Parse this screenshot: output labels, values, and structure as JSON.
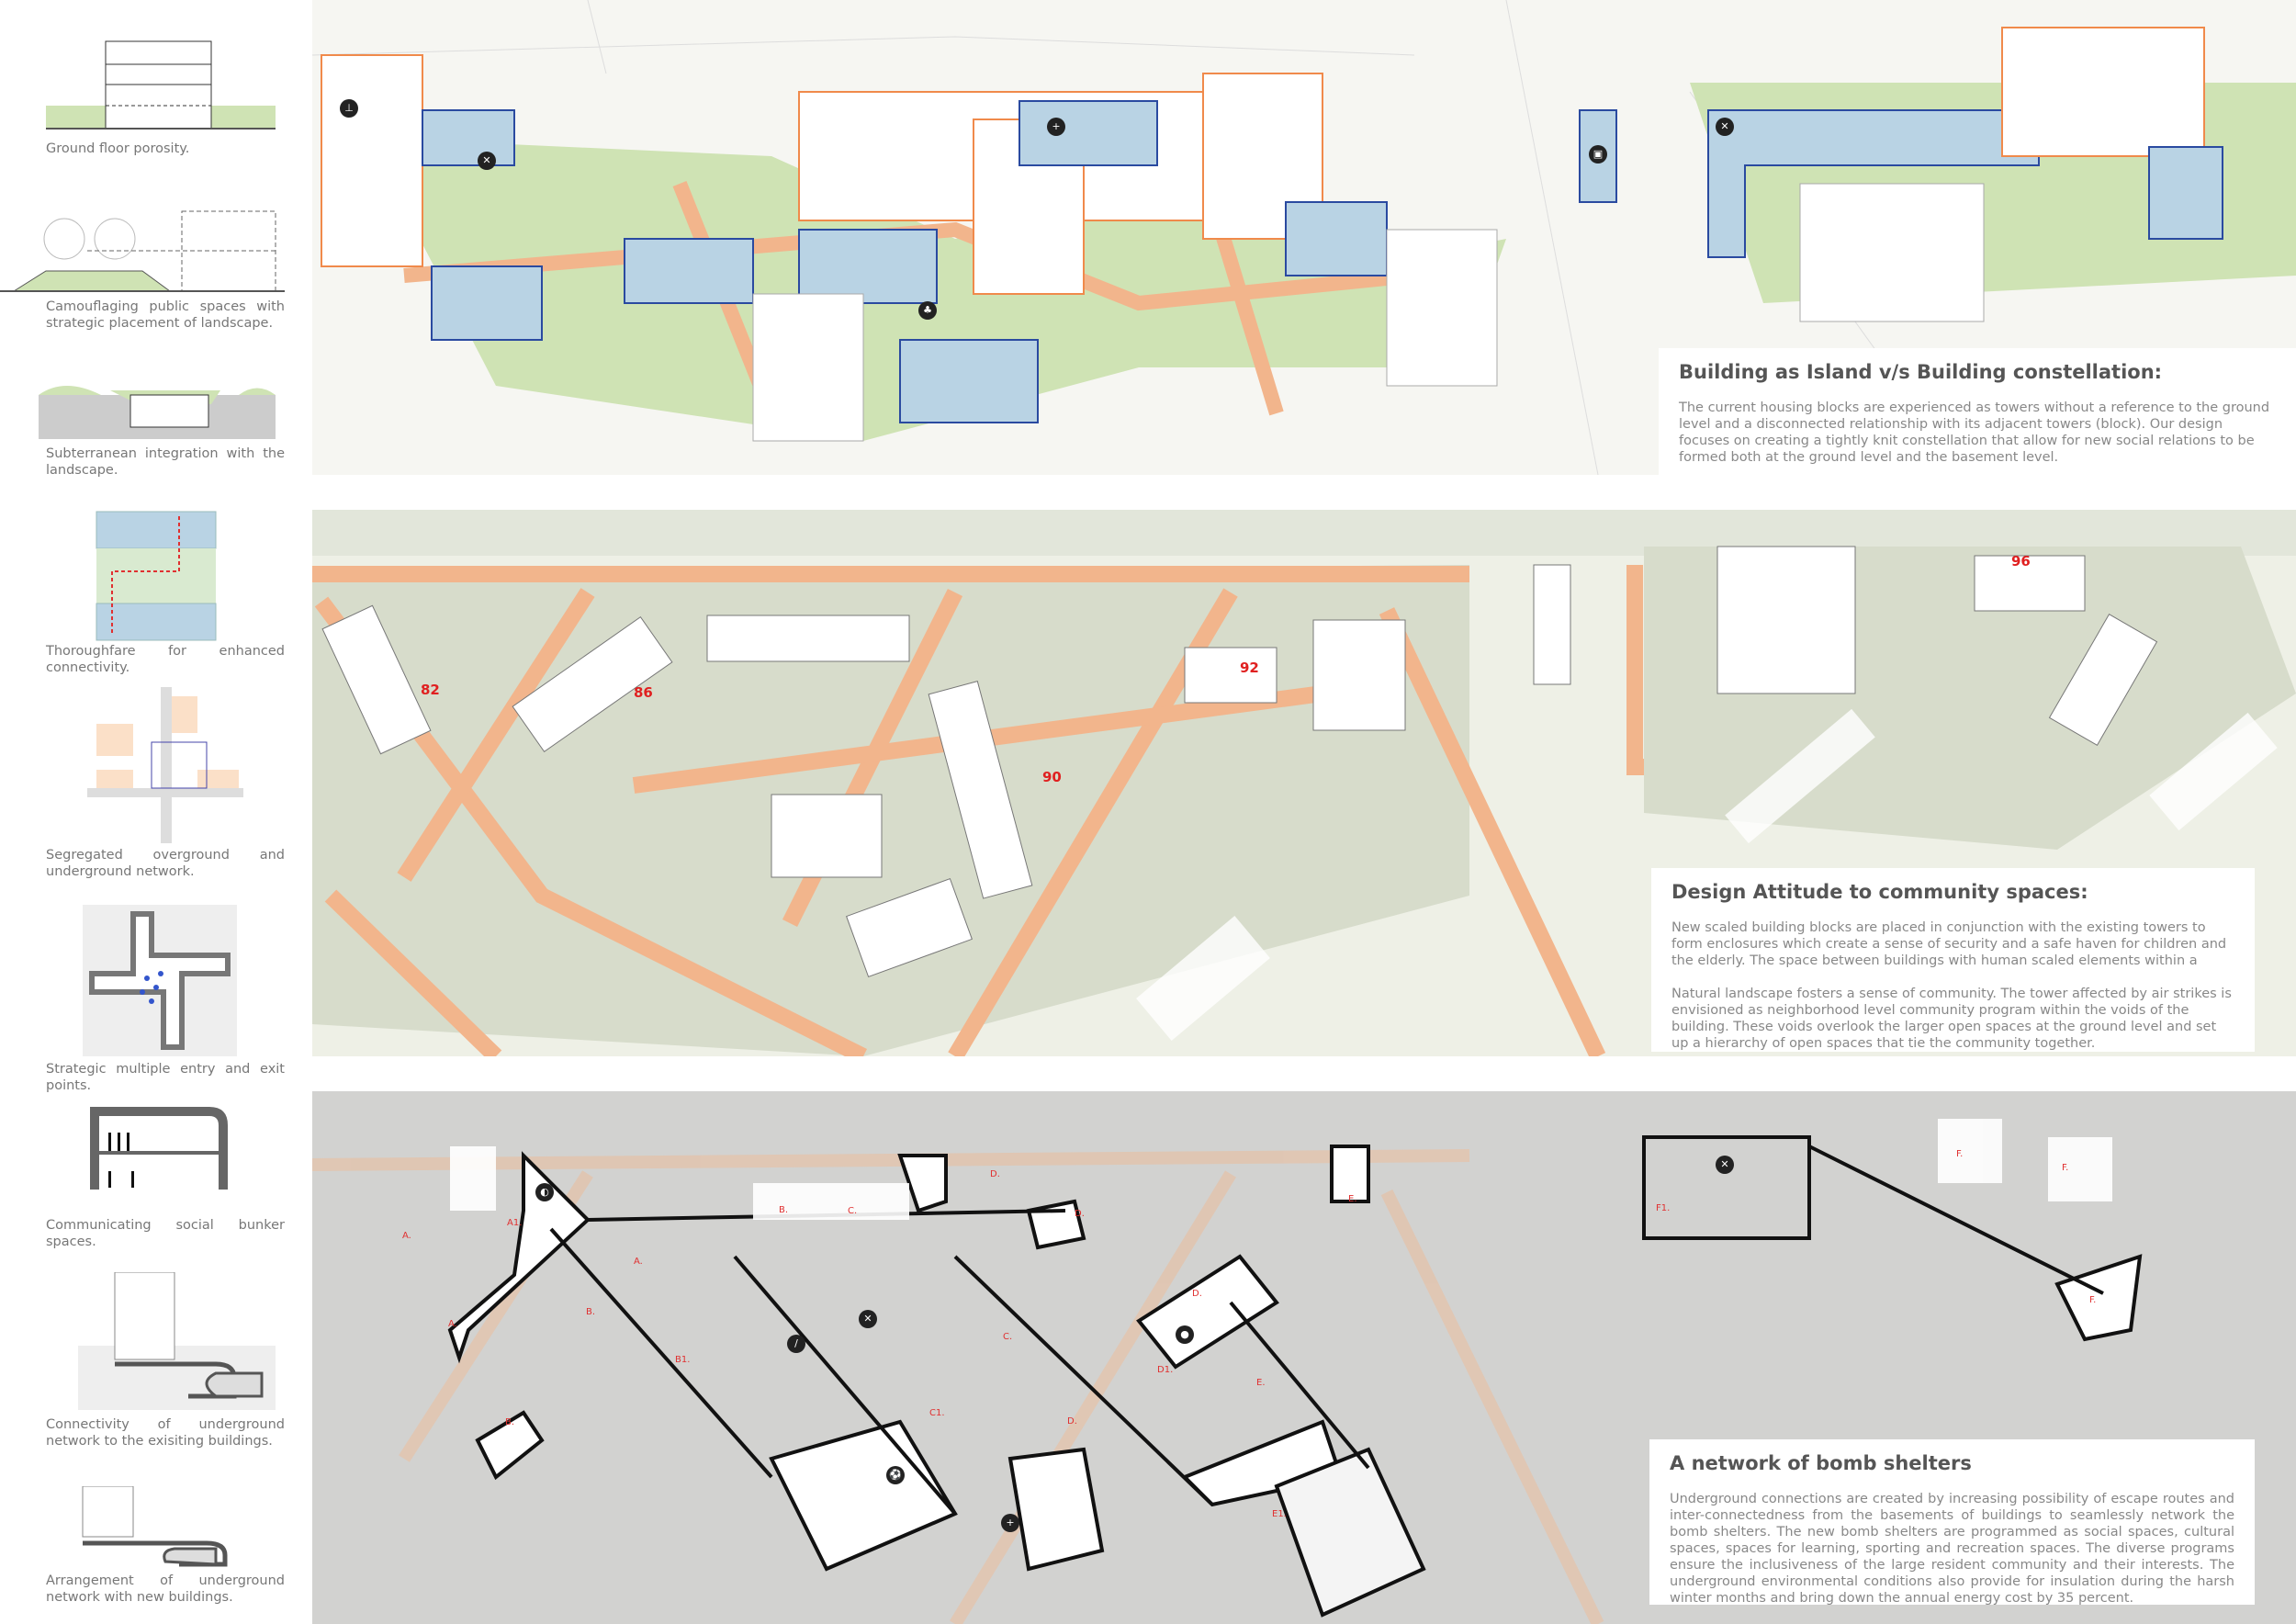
{
  "side_diagrams": [
    {
      "caption": "Ground floor porosity."
    },
    {
      "caption": "Camouflaging public spaces with strategic placement of landscape."
    },
    {
      "caption": "Subterranean integration with the landscape."
    },
    {
      "caption": "Thoroughfare for enhanced connectivity."
    },
    {
      "caption": "Segregated overground and underground network."
    },
    {
      "caption": "Strategic multiple entry and exit points."
    },
    {
      "caption": "Communicating social bunker spaces."
    },
    {
      "caption": "Connectivity of underground network to the exisiting buildings."
    },
    {
      "caption": "Arrangement of underground network with new buildings."
    }
  ],
  "panel_axonometric": {
    "title": "Building as Island v/s Building constellation:",
    "paragraphs": [
      "The current housing blocks are experienced as towers without a reference to the ground level and a disconnected relationship with its adjacent towers (block). Our design focuses on creating a tightly knit constellation that allow for new social relations to be formed both at the ground level and the basement level."
    ]
  },
  "panel_site_plan": {
    "title": "Design Attitude to community spaces:",
    "paragraphs": [
      "New scaled building blocks are placed in conjunction with the existing towers to form enclosures which create a sense of security and a safe haven for children and the elderly. The space between buildings with human scaled elements within a",
      "Natural landscape fosters a sense of community. The tower affected by air strikes is envisioned as neighborhood level community program within the voids of the building. These voids overlook the larger open spaces at the ground level and set up a hierarchy of open spaces that tie the community together."
    ],
    "building_numbers": [
      "82",
      "86",
      "90",
      "92",
      "96"
    ]
  },
  "panel_shelters": {
    "title": "A network of bomb shelters",
    "paragraphs": [
      "Underground connections are created by increasing possibility of escape routes and inter-connectedness from the basements of buildings to seamlessly network the bomb shelters. The new bomb shelters are programmed as social spaces, cultural spaces, spaces for learning, sporting and recreation spaces. The diverse programs ensure the inclusiveness of the large resident community and their interests. The underground environmental conditions also provide for insulation during the harsh winter months and bring down the annual energy cost by 35 percent."
    ],
    "shelter_labels": [
      "A.",
      "A.",
      "A1.",
      "A.",
      "B.",
      "B.",
      "C.",
      "B1.",
      "B.",
      "C.",
      "C1.",
      "D.",
      "D.",
      "D.",
      "D1.",
      "D.",
      "E.",
      "E.",
      "E1.",
      "F1.",
      "F.",
      "F.",
      "F."
    ]
  },
  "colors": {
    "path": "#f2b58c",
    "green": "#cfe3b4",
    "building_blue": "#b9d3e4",
    "outline_blue": "#2a4aa0",
    "accent_orange": "#f08a4b",
    "yellow": "#f5d94a",
    "label_red": "#e02020"
  }
}
